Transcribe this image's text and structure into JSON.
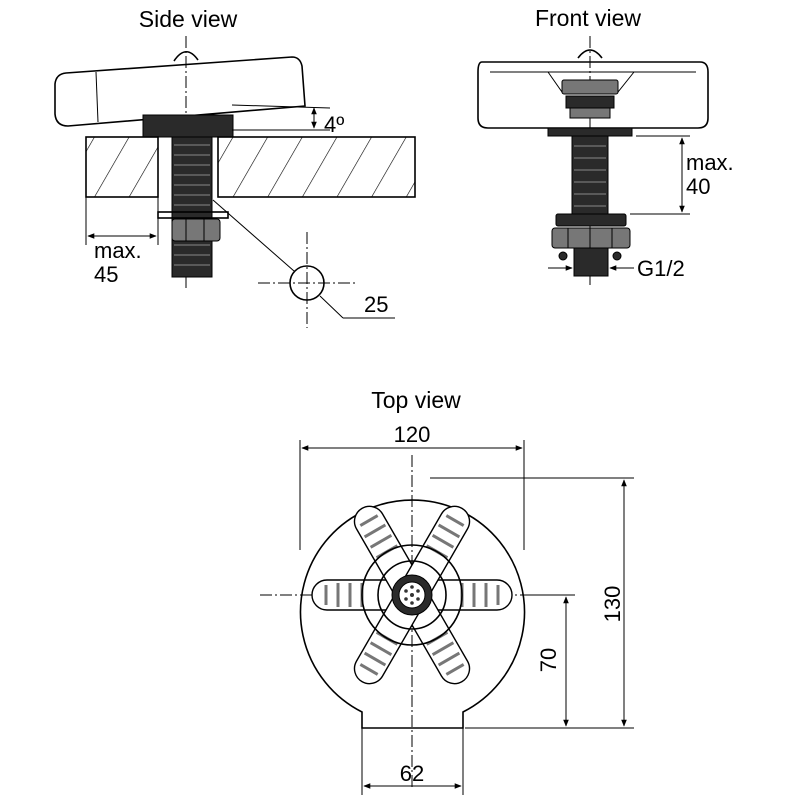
{
  "side_view": {
    "title": "Side view",
    "tilt_label": "4º",
    "max_label": "max.",
    "max_value": "45",
    "hole_diameter": "25"
  },
  "front_view": {
    "title": "Front view",
    "max_label": "max.",
    "max_value": "40",
    "thread_label": "G1/2"
  },
  "top_view": {
    "title": "Top view",
    "width": "120",
    "height": "130",
    "center_height": "70",
    "base_width": "62"
  },
  "colors": {
    "line": "#000000",
    "metal_dark": "#2a2a2a",
    "background": "#ffffff"
  }
}
